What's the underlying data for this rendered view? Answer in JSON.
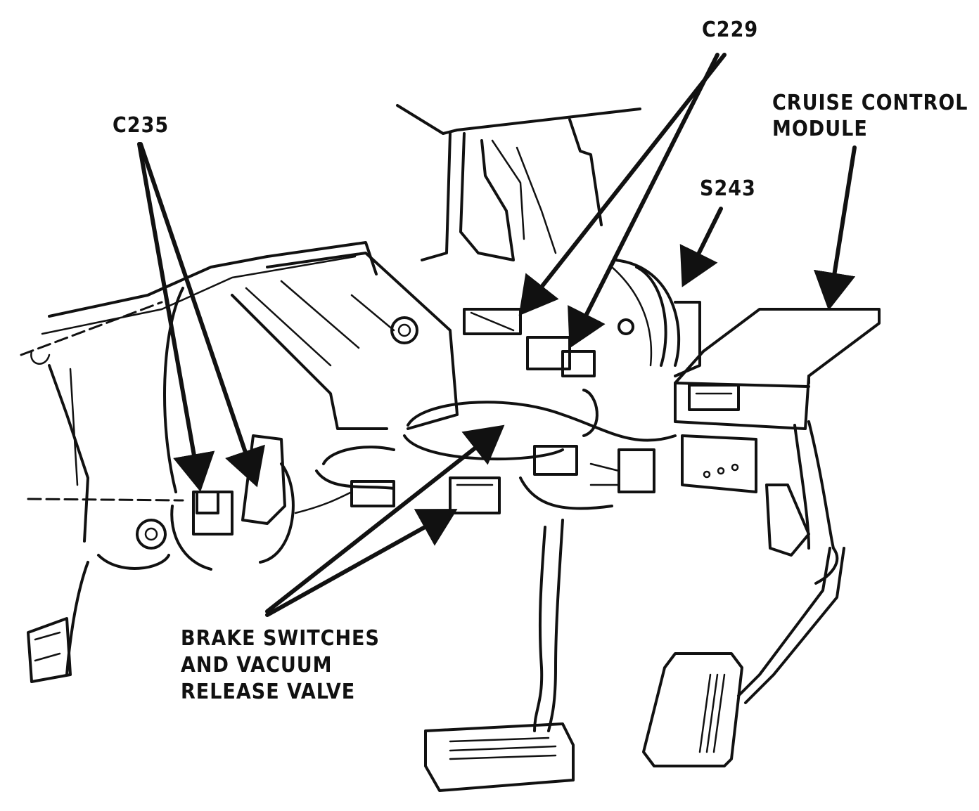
{
  "labels": {
    "c229": "C229",
    "c235": "C235",
    "cruise_module_line1": "CRUISE CONTROL",
    "cruise_module_line2": "MODULE",
    "s243": "S243",
    "brake_line1": "BRAKE SWITCHES",
    "brake_line2": "AND VACUUM",
    "brake_line3": "RELEASE VALVE"
  },
  "colors": {
    "ink": "#111111",
    "paper": "#ffffff"
  }
}
